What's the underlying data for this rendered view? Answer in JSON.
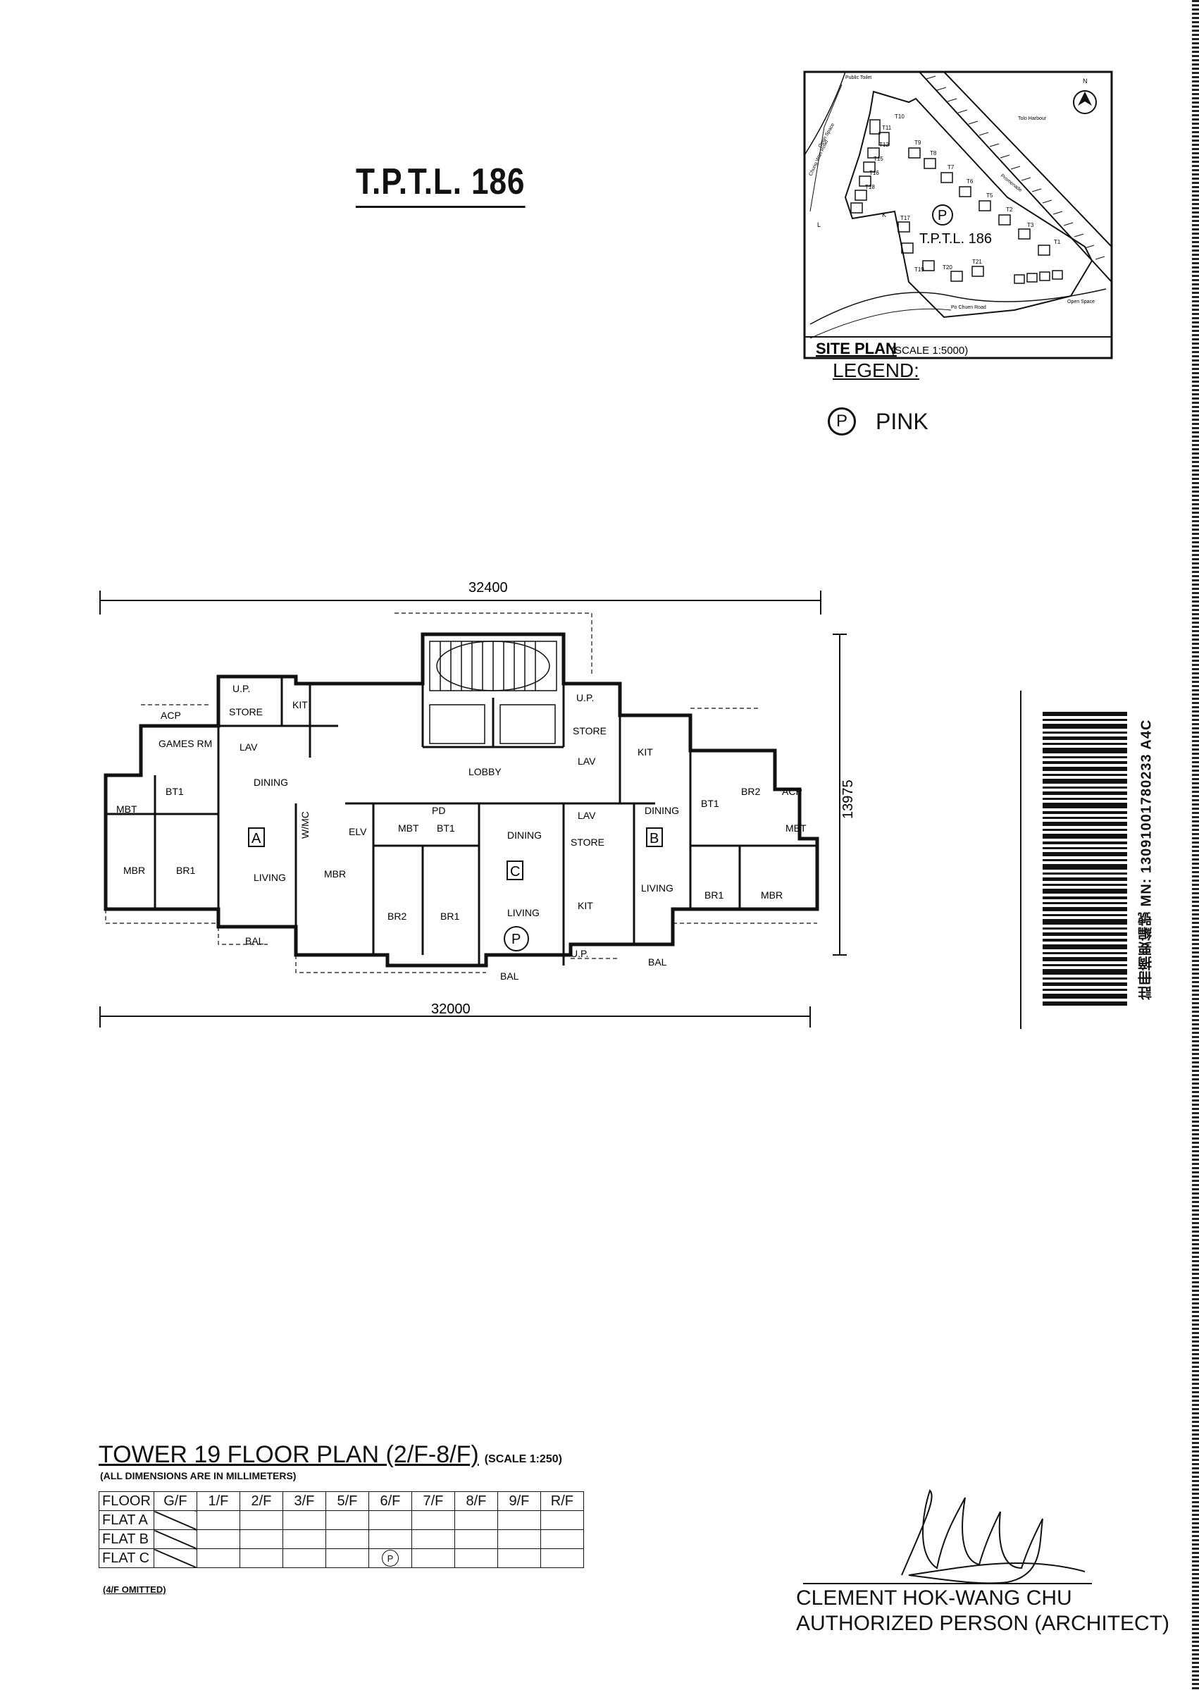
{
  "title": "T.P.T.L. 186",
  "site_plan": {
    "label": "SITE PLAN",
    "scale": "(SCALE 1:5000)",
    "lot_label": "T.P.T.L. 186",
    "marker": "P",
    "towers": [
      "T1",
      "T2",
      "T3",
      "T5",
      "T6",
      "T7",
      "T8",
      "T9",
      "T10",
      "T11",
      "T12",
      "T15",
      "T16",
      "T17",
      "T18",
      "T19",
      "T20",
      "T21"
    ],
    "place_labels": [
      "Tolo Harbour",
      "Promenade",
      "Open Space",
      "Open Space",
      "Chung Wan Road",
      "Po Chuen Road",
      "Public Toilet"
    ],
    "corner_labels": [
      "L",
      "K"
    ],
    "north": "N"
  },
  "legend": {
    "title": "LEGEND:",
    "items": [
      {
        "symbol": "P",
        "label": "PINK"
      }
    ]
  },
  "floor_plan": {
    "dim_top": "32400",
    "dim_bottom": "32000",
    "dim_right": "13975",
    "flat_markers": [
      "A",
      "B",
      "C"
    ],
    "pink_marker": "P",
    "rooms": {
      "flat_a": [
        "U.P.",
        "STORE",
        "KIT",
        "ACP",
        "GAMES RM",
        "LAV",
        "DINING",
        "BT1",
        "MBT",
        "MBR",
        "BR1",
        "LIVING",
        "BAL"
      ],
      "core": [
        "LOBBY",
        "W/MC",
        "ELV",
        "PD",
        "MBR",
        "MBT",
        "BT1",
        "BR2",
        "BR1",
        "DINING",
        "LIVING",
        "BAL",
        "LAV",
        "STORE",
        "KIT",
        "U.P."
      ],
      "flat_b": [
        "U.P.",
        "STORE",
        "KIT",
        "LAV",
        "DINING",
        "BT1",
        "BR2",
        "ACP",
        "MBT",
        "LIVING",
        "BR1",
        "MBR",
        "BAL"
      ]
    }
  },
  "floor_plan_title": "TOWER 19 FLOOR PLAN (2/F-8/F)",
  "floor_plan_scale": "(SCALE 1:250)",
  "dimensions_note": "(ALL DIMENSIONS ARE IN MILLIMETERS)",
  "omitted_note": "(4/F OMITTED)",
  "floor_table": {
    "header": [
      "FLOOR",
      "G/F",
      "1/F",
      "2/F",
      "3/F",
      "5/F",
      "6/F",
      "7/F",
      "8/F",
      "9/F",
      "R/F"
    ],
    "rows": [
      {
        "label": "FLAT A",
        "marks": [
          "slash",
          "",
          "",
          "",
          "",
          "",
          "",
          "",
          "",
          ""
        ]
      },
      {
        "label": "FLAT B",
        "marks": [
          "slash",
          "",
          "",
          "",
          "",
          "",
          "",
          "",
          "",
          ""
        ]
      },
      {
        "label": "FLAT C",
        "marks": [
          "slash",
          "",
          "",
          "",
          "",
          "P",
          "",
          "",
          "",
          ""
        ]
      }
    ]
  },
  "signature": {
    "name": "CLEMENT HOK-WANG CHU",
    "role": "AUTHORIZED PERSON (ARCHITECT)"
  },
  "barcode": {
    "text": "註冊摘要編號 MN: 13091001780233  A4C"
  }
}
